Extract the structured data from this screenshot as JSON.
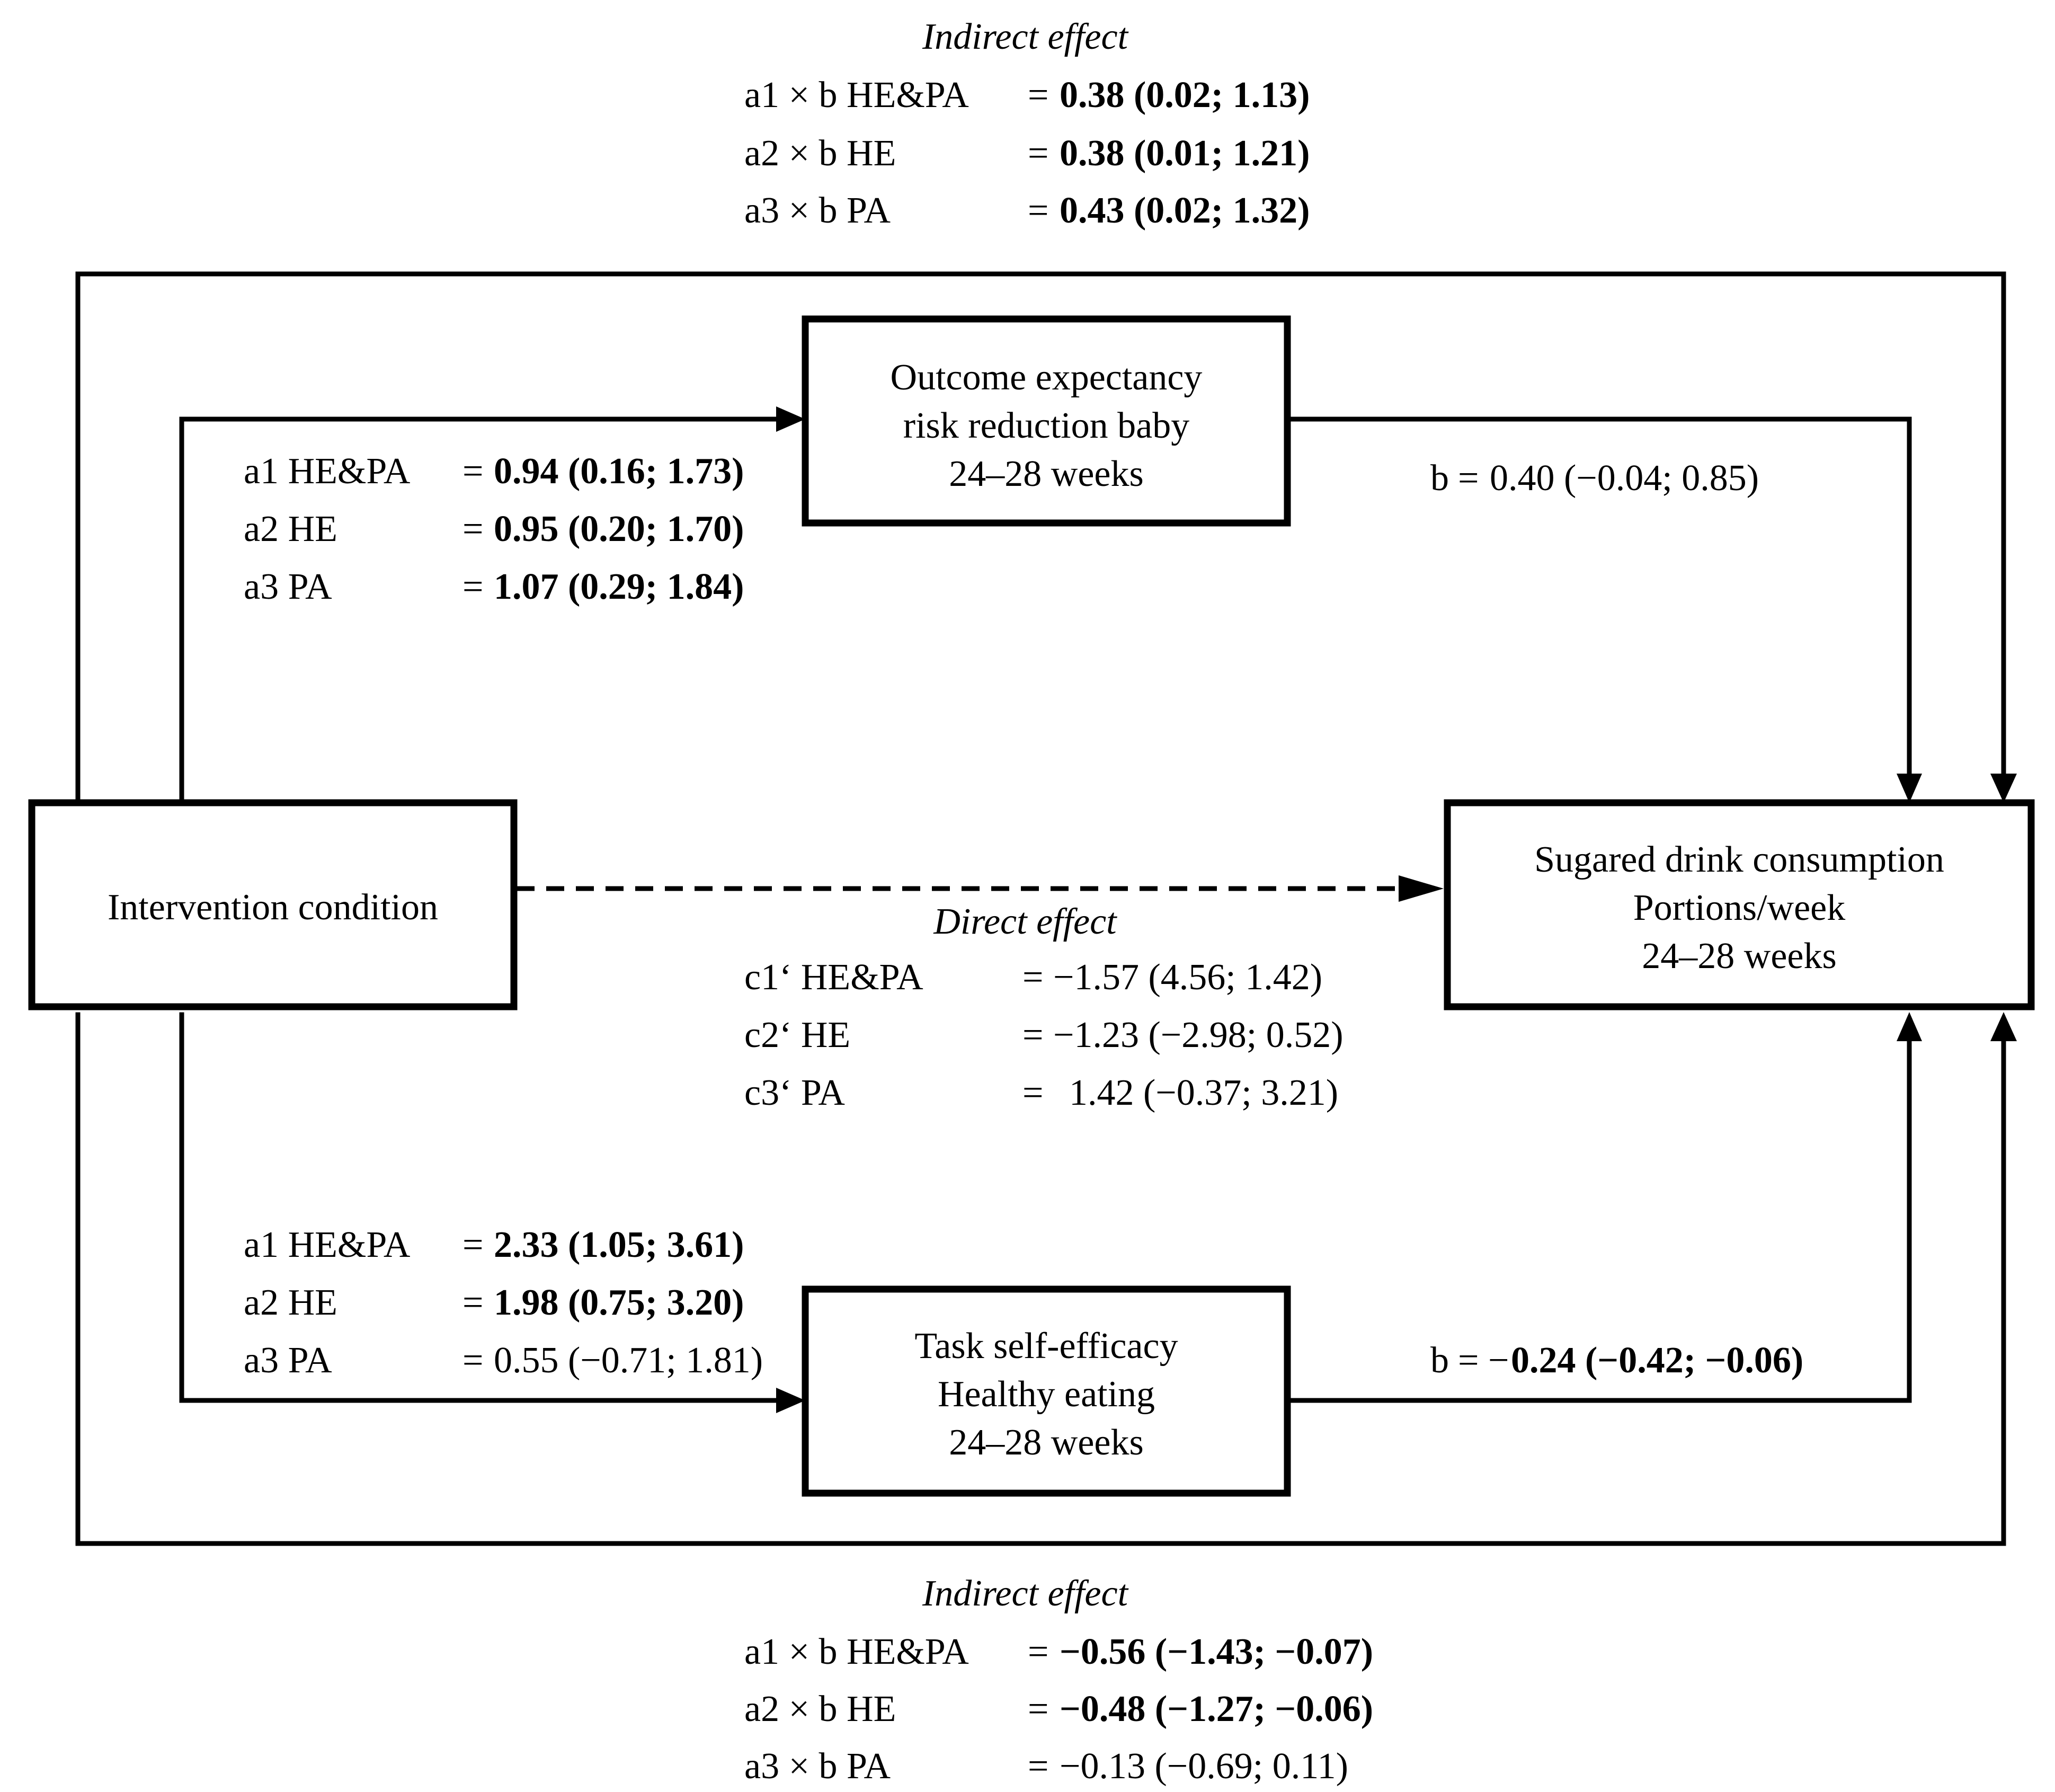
{
  "top_indirect": {
    "title": "Indirect effect",
    "rows": [
      {
        "label": "a1 × b HE&PA",
        "eq": "=",
        "value": "0.38 (0.02; 1.13)",
        "bold": true
      },
      {
        "label": "a2 × b HE",
        "eq": "=",
        "value": "0.38 (0.01; 1.21)",
        "bold": true
      },
      {
        "label": "a3 × b PA",
        "eq": "=",
        "value": "0.43 (0.02; 1.32)",
        "bold": true
      }
    ]
  },
  "boxes": {
    "outcome": {
      "lines": [
        "Outcome expectancy",
        "risk reduction baby",
        "24–28 weeks"
      ]
    },
    "intervention": {
      "lines": [
        "Intervention condition"
      ]
    },
    "sugared": {
      "lines": [
        "Sugared drink consumption",
        "Portions/week",
        "24–28 weeks"
      ]
    },
    "task": {
      "lines": [
        "Task self-efficacy",
        "Healthy eating",
        "24–28 weeks"
      ]
    }
  },
  "upper_a": {
    "rows": [
      {
        "label": "a1 HE&PA",
        "eq": "=",
        "value": "0.94 (0.16; 1.73)",
        "bold": true
      },
      {
        "label": "a2 HE",
        "eq": "=",
        "value": "0.95 (0.20; 1.70)",
        "bold": true
      },
      {
        "label": "a3 PA",
        "eq": "=",
        "value": "1.07 (0.29; 1.84)",
        "bold": true
      }
    ]
  },
  "upper_b": {
    "prefix": "b",
    "eq": "=",
    "value": "0.40 (−0.04; 0.85)",
    "bold": false
  },
  "direct": {
    "title": "Direct effect",
    "rows": [
      {
        "label": "c1‘ HE&PA",
        "eq": "=",
        "value": "−1.57 (4.56; 1.42)",
        "bold": false
      },
      {
        "label": "c2‘ HE",
        "eq": "=",
        "value": "−1.23 (−2.98; 0.52)",
        "bold": false
      },
      {
        "label": "c3‘ PA",
        "eq": "=",
        "value": "1.42 (−0.37; 3.21)",
        "bold": false
      }
    ]
  },
  "lower_a": {
    "rows": [
      {
        "label": "a1 HE&PA",
        "eq": "=",
        "value": "2.33 (1.05; 3.61)",
        "bold": true
      },
      {
        "label": "a2 HE",
        "eq": "=",
        "value": "1.98 (0.75; 3.20)",
        "bold": true
      },
      {
        "label": "a3 PA",
        "eq": "=",
        "value": "0.55 (−0.71; 1.81)",
        "bold": false
      }
    ]
  },
  "lower_b": {
    "prefix": "b",
    "eq": "= −",
    "value": "0.24 (−0.42; −0.06)",
    "bold": true
  },
  "bottom_indirect": {
    "title": "Indirect effect",
    "rows": [
      {
        "label": "a1 × b HE&PA",
        "eq": "=",
        "value": "−0.56 (−1.43; −0.07)",
        "bold": true
      },
      {
        "label": "a2 × b HE",
        "eq": "=",
        "value": "−0.48 (−1.27; −0.06)",
        "bold": true
      },
      {
        "label": "a3 × b PA",
        "eq": "=",
        "value": "−0.13 (−0.69; 0.11)",
        "bold": false
      }
    ]
  }
}
